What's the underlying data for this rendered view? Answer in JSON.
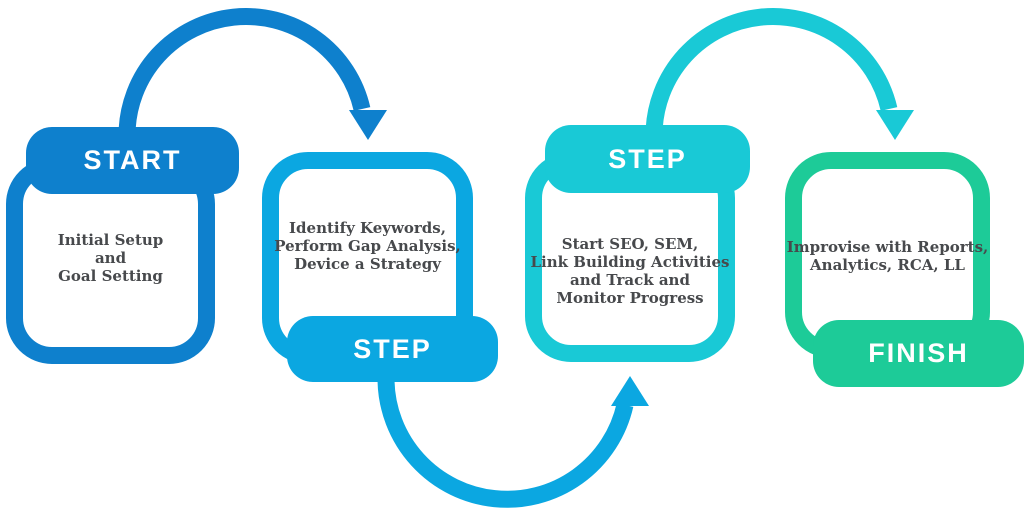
{
  "diagram": {
    "kind": "process-flowchart",
    "background": "#ffffff",
    "text_color": "#47494c"
  },
  "steps": [
    {
      "badge": "START",
      "badge_position": "top",
      "color": "#0e80cd",
      "lines": [
        "Initial Setup",
        "and",
        "Goal Setting"
      ]
    },
    {
      "badge": "STEP",
      "badge_position": "bottom",
      "color": "#0ba7e1",
      "lines": [
        "Identify Keywords,",
        "Perform Gap Analysis,",
        "Device a Strategy"
      ]
    },
    {
      "badge": "STEP",
      "badge_position": "top",
      "color": "#19c9d6",
      "lines": [
        "Start SEO, SEM,",
        "Link Building Activities",
        "and Track and",
        "Monitor Progress"
      ]
    },
    {
      "badge": "FINISH",
      "badge_position": "bottom",
      "color": "#1dcb98",
      "lines": [
        "Improvise with Reports,",
        "Analytics, RCA, LL"
      ]
    }
  ],
  "connectors": [
    {
      "name": "start-to-step2",
      "route": "over-top",
      "arrow": "down",
      "color": "#0e80cd"
    },
    {
      "name": "step2-to-step3",
      "route": "under-bottom",
      "arrow": "up",
      "color": "#0ba7e1"
    },
    {
      "name": "step3-to-finish",
      "route": "over-top",
      "arrow": "down",
      "color": "#19c9d6"
    }
  ]
}
